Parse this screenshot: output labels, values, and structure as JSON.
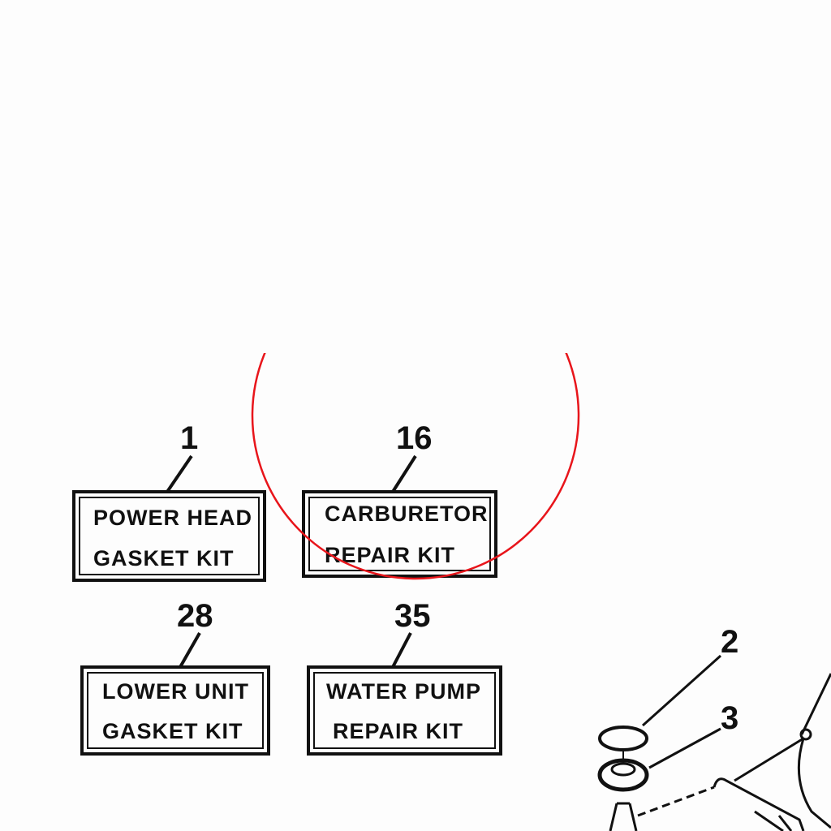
{
  "kits": [
    {
      "ref": "1",
      "line1": "POWER HEAD",
      "line2": "GASKET KIT"
    },
    {
      "ref": "16",
      "line1": "CARBURETOR",
      "line2": "REPAIR KIT"
    },
    {
      "ref": "28",
      "line1": "LOWER UNIT",
      "line2": "GASKET KIT"
    },
    {
      "ref": "35",
      "line1": "WATER PUMP",
      "line2": "REPAIR KIT"
    }
  ],
  "parts": [
    {
      "ref": "2"
    },
    {
      "ref": "3"
    }
  ],
  "highlight_color": "#e8151b"
}
